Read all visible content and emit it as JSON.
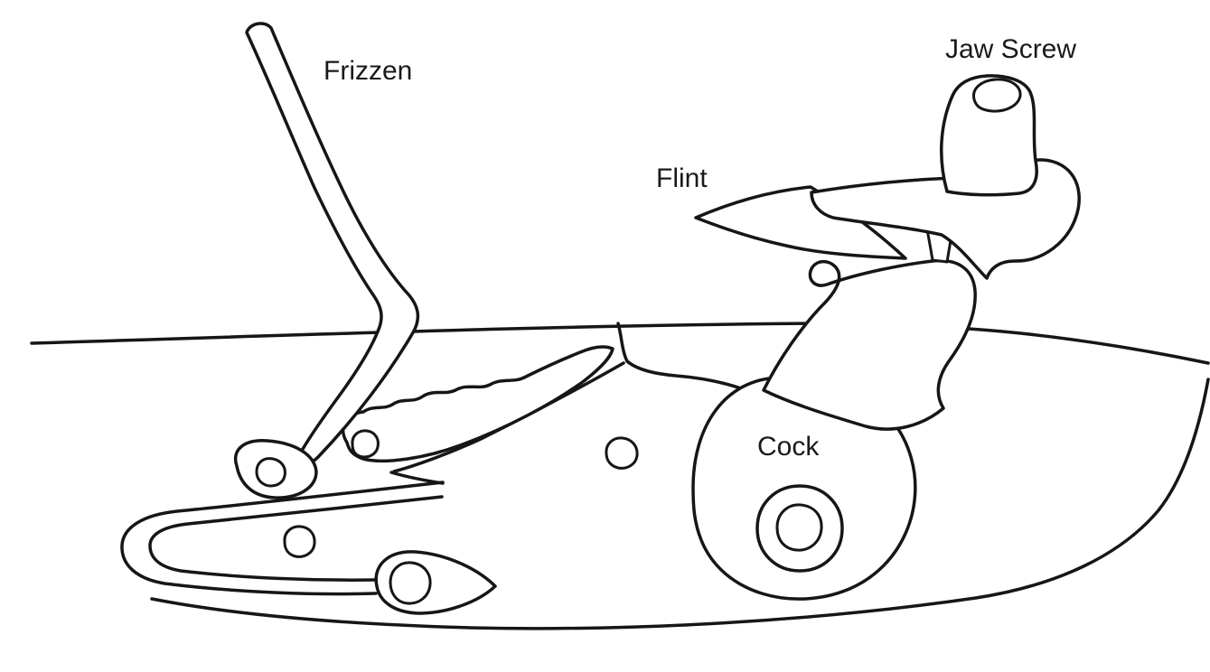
{
  "labels": {
    "frizzen": "Frizzen",
    "jaw_screw": "Jaw Screw",
    "flint": "Flint",
    "cock": "Cock"
  },
  "colors": {
    "background": "#ffffff",
    "line": "#161616",
    "flint_fill": "#a6a6a6"
  }
}
